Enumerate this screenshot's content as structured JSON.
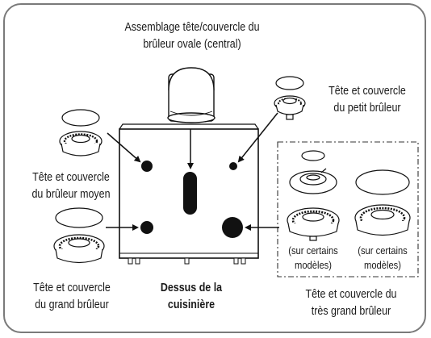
{
  "labels": {
    "oval": {
      "line1": "Assemblage tête/couvercle du",
      "line2": "brûleur ovale (central)"
    },
    "small": {
      "line1": "Tête et couvercle",
      "line2": "du petit brûleur"
    },
    "medium": {
      "line1": "Tête et couvercle",
      "line2": "du brûleur moyen"
    },
    "large": {
      "line1": "Tête et couvercle",
      "line2": "du grand brûleur"
    },
    "cooktop": {
      "line1": "Dessus de la",
      "line2": "cuisinière"
    },
    "xlarge": {
      "line1": "Tête et couvercle du",
      "line2": "très grand brûleur"
    },
    "models_left": {
      "line1": "(sur certains",
      "line2": "modèles)"
    },
    "models_right": {
      "line1": "(sur certains",
      "line2": "modèles)"
    }
  }
}
